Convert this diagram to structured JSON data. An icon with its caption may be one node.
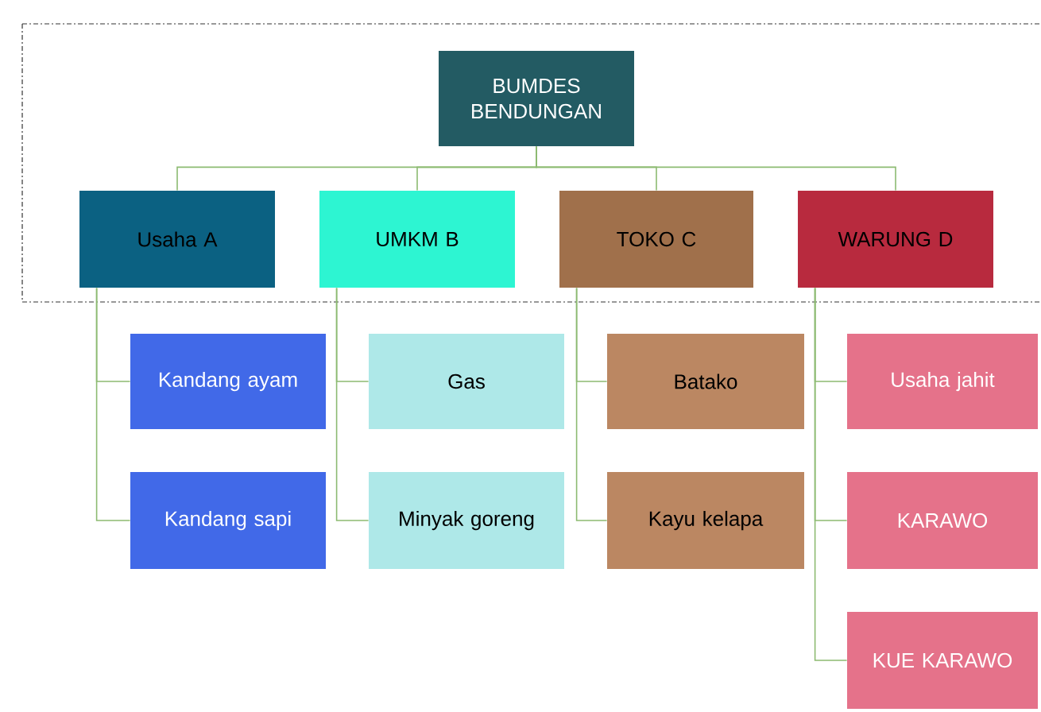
{
  "diagram": {
    "nodes": [
      {
        "text": [
          "BUMDES BENDUNGAN"
        ]
      },
      {
        "text": [
          "Usaha A"
        ]
      },
      {
        "text": [
          "UMKM  B"
        ]
      },
      {
        "text": [
          "TOKO C"
        ]
      },
      {
        "text": [
          "WARUNG D"
        ]
      },
      {
        "text": [
          "Kandang ayam"
        ]
      },
      {
        "text": [
          "Kandang sapi"
        ]
      },
      {
        "text": [
          "Gas"
        ]
      },
      {
        "text": [
          "Minyak goreng"
        ]
      },
      {
        "text": [
          "Batako"
        ]
      },
      {
        "text": [
          "Kayu kelapa"
        ]
      },
      {
        "text": [
          "Usaha jahit"
        ]
      },
      {
        "text": [
          "KARAWO"
        ]
      },
      {
        "text": [
          "KUE KARAWO"
        ]
      }
    ],
    "edges": [
      {
        "from": 0,
        "to": 1,
        "arrow": "none"
      },
      {
        "from": 0,
        "to": 2,
        "arrow": "none"
      },
      {
        "from": 0,
        "to": 3,
        "arrow": "none"
      },
      {
        "from": 0,
        "to": 4,
        "arrow": "none"
      },
      {
        "from": 1,
        "to": 5,
        "arrow": "none"
      },
      {
        "from": 1,
        "to": 6,
        "arrow": "none"
      },
      {
        "from": 2,
        "to": 7,
        "arrow": "none"
      },
      {
        "from": 2,
        "to": 8,
        "arrow": "none"
      },
      {
        "from": 3,
        "to": 9,
        "arrow": "none"
      },
      {
        "from": 3,
        "to": 10,
        "arrow": "none"
      },
      {
        "from": 4,
        "to": 11,
        "arrow": "none"
      },
      {
        "from": 4,
        "to": 12,
        "arrow": "none"
      },
      {
        "from": 4,
        "to": 13,
        "arrow": "none"
      }
    ]
  }
}
